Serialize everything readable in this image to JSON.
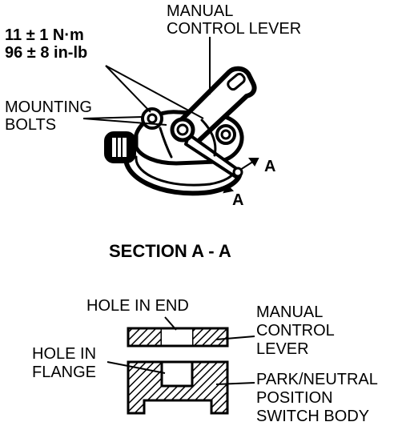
{
  "torque": {
    "line1": "11 ± 1 N·m",
    "line2": "96 ± 8 in-lb"
  },
  "labels": {
    "manual_control_lever_top_line1": "MANUAL",
    "manual_control_lever_top_line2": "CONTROL LEVER",
    "mounting_bolts_line1": "MOUNTING",
    "mounting_bolts_line2": "BOLTS",
    "section_marker_upper": "A",
    "section_marker_lower": "A",
    "section_title": "SECTION A - A",
    "hole_in_end": "HOLE IN END",
    "hole_in_flange_line1": "HOLE IN",
    "hole_in_flange_line2": "FLANGE",
    "manual_control_lever_line1": "MANUAL",
    "manual_control_lever_line2": "CONTROL",
    "manual_control_lever_line3": "LEVER",
    "switch_body_line1": "PARK/NEUTRAL",
    "switch_body_line2": "POSITION",
    "switch_body_line3": "SWITCH BODY"
  }
}
